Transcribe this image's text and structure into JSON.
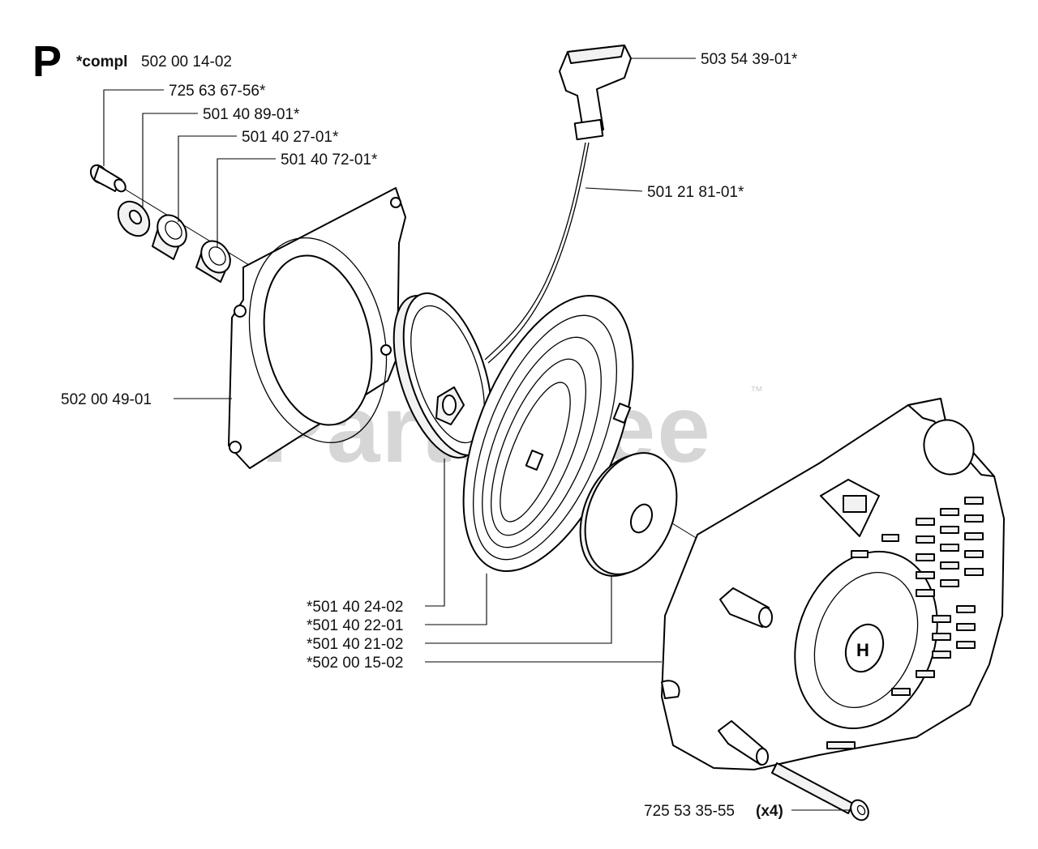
{
  "section": {
    "letter": "P",
    "compl_prefix": "*compl",
    "compl_number": "502 00 14-02"
  },
  "watermark": {
    "text": "PartsTree",
    "trademark": "™"
  },
  "callouts": [
    {
      "id": "screw",
      "text": "725 63 67-56*"
    },
    {
      "id": "washer",
      "text": "501 40 89-01*"
    },
    {
      "id": "bushing-1",
      "text": "501 40 27-01*"
    },
    {
      "id": "bushing-2",
      "text": "501 40 72-01*"
    },
    {
      "id": "handle",
      "text": "503 54 39-01*"
    },
    {
      "id": "rope",
      "text": "501 21 81-01*"
    },
    {
      "id": "plate",
      "text": "502 00 49-01"
    },
    {
      "id": "pulley",
      "text": "*501 40 24-02"
    },
    {
      "id": "spring",
      "text": "*501 40 22-01"
    },
    {
      "id": "spring-cover",
      "text": "*501 40 21-02"
    },
    {
      "id": "starter-housing",
      "text": "*502 00 15-02"
    }
  ],
  "bottom_callout": {
    "number": "725 53 35-55",
    "qty": "(x4)"
  },
  "icons": [
    "husqvarna-logo-icon"
  ]
}
